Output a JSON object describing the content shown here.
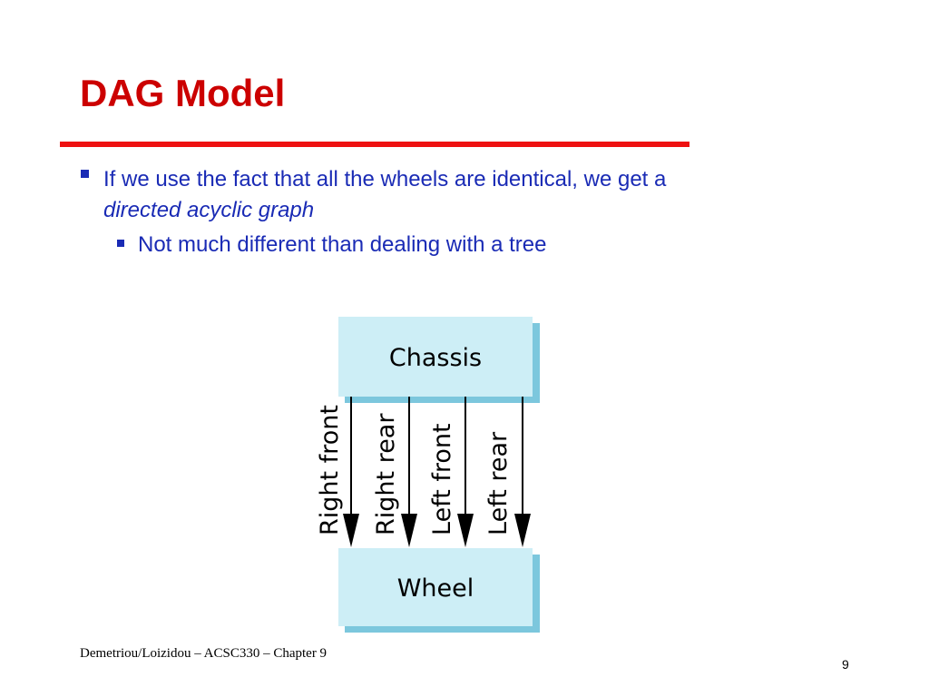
{
  "slide": {
    "title": "DAG Model",
    "bullets": [
      {
        "text_part": "If we use the fact that all the wheels are identical, we get a",
        "emph_part": "directed acyclic graph"
      },
      {
        "text": "Not much different than dealing with a tree"
      }
    ]
  },
  "diagram": {
    "top_node": "Chassis",
    "bottom_node": "Wheel",
    "edges": [
      "Right front",
      "Right rear",
      "Left front",
      "Left rear"
    ],
    "colors": {
      "node_fill": "#cdeef6",
      "node_shadow": "#7cc7dd"
    }
  },
  "footer": {
    "text": "Demetriou/Loizidou – ACSC330 – Chapter 9",
    "page_number": "9"
  },
  "colors": {
    "title": "#cc0000",
    "rule": "#ee1111",
    "bullet_text": "#1a2bb5"
  }
}
